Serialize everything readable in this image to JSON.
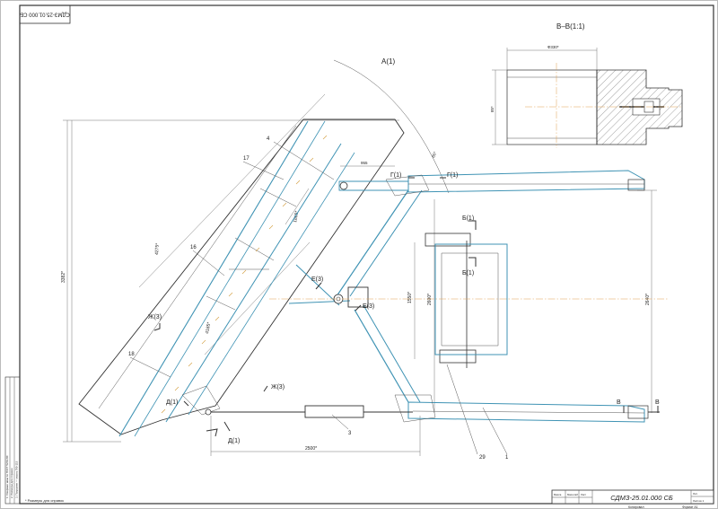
{
  "drawing": {
    "stamp_top": "СДМЗ-25.01.000 СБ",
    "code": "СДМЗ-25.01.000 СБ",
    "title_sub": "Копировал",
    "format": "Формат А1"
  },
  "views": {
    "view_a": "А(1)",
    "section_bb": "В–В(1:1)"
  },
  "section_marks": {
    "b_top": "Б(1)",
    "b_bottom": "Б(1)",
    "g_left": "Г(1)",
    "g_right": "Г(1)",
    "e_left": "Е(3)",
    "e_right": "Е(3)",
    "zh_left": "Ж(3)",
    "zh_right": "Ж(3)",
    "d_top": "Д(1)",
    "d_bottom": "Д(1)",
    "v_left": "В",
    "v_right": "В"
  },
  "dimensions": {
    "d_3382": "3382*",
    "d_4275": "4275*",
    "d_4185": "4185*",
    "d_1865": "1865*",
    "d_2500": "2500*",
    "d_1550": "1550*",
    "d_2600": "2600*",
    "d_2640": "2640*",
    "d_955": "955",
    "d_65": "65*",
    "d_330": "Ф330*",
    "d_85": "85*"
  },
  "positions": [
    "4",
    "17",
    "16",
    "18",
    "3",
    "29",
    "1"
  ],
  "side_notes": [
    "1. Сварные швы по ГОСТ 5264-80",
    "2. Размеры для справок",
    "3. Покрытие — эмаль ПФ-115"
  ],
  "bottom_note": "* Размеры для справок",
  "title_block": [
    "Лит.",
    "Масса",
    "Масштаб",
    "Лист",
    "Листов 1"
  ],
  "colors": {
    "frame": "#333333",
    "structure": "#3f93b4",
    "axis": "#e0a050",
    "hatch": "#666666"
  }
}
